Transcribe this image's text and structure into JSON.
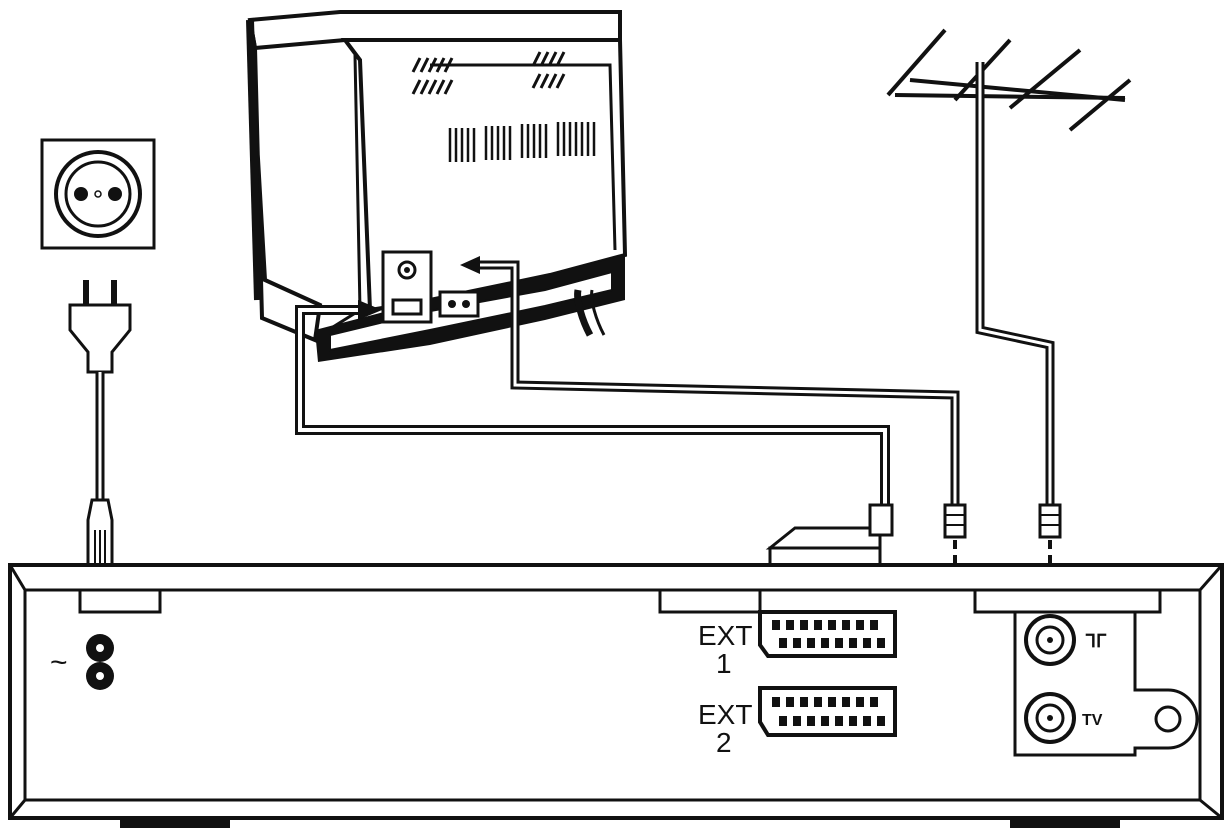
{
  "labels": {
    "mains_symbol": "~",
    "ext1_name": "EXT",
    "ext1_num": "1",
    "ext2_name": "EXT",
    "ext2_num": "2",
    "tv_socket": "TV",
    "antenna_socket": "ᒣᒥ"
  },
  "icons": {
    "mains_socket": "wall-socket-icon",
    "plug": "power-plug-icon",
    "tv": "television-rear-icon",
    "antenna": "antenna-icon",
    "mains_inlet": "figure-eight-inlet-icon"
  },
  "colors": {
    "line": "#111111",
    "background": "#ffffff"
  }
}
